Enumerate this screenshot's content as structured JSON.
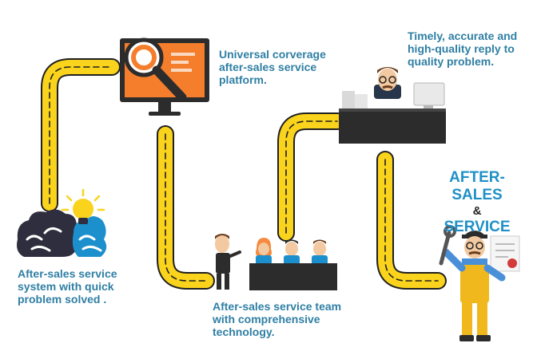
{
  "captions": {
    "platform": [
      "Universal corverage",
      "after-sales service",
      "platform."
    ],
    "reply": [
      "Timely, accurate and",
      "high-quality reply to",
      "quality problem."
    ],
    "system": [
      "After-sales service",
      "system with quick",
      "problem solved ."
    ],
    "team": [
      "After-sales service team",
      "with comprehensive",
      "technology."
    ]
  },
  "title": {
    "line1": "AFTER-SALES",
    "line2": "&",
    "line3": "SERVICE"
  },
  "colors": {
    "road": "#f9d31c",
    "road_edge": "#1f1f1f",
    "caption": "#2f7fa4",
    "title": "#1f90c6",
    "accent_orange": "#f47e2c",
    "monitor": "#2c2c2c",
    "brain_dark": "#2e2e3e",
    "brain_blue": "#1c8fcd"
  },
  "icons": [
    "brain-lightbulb-icon",
    "monitor-magnifier-icon",
    "office-desk-icon",
    "team-meeting-icon",
    "repairman-icon"
  ]
}
